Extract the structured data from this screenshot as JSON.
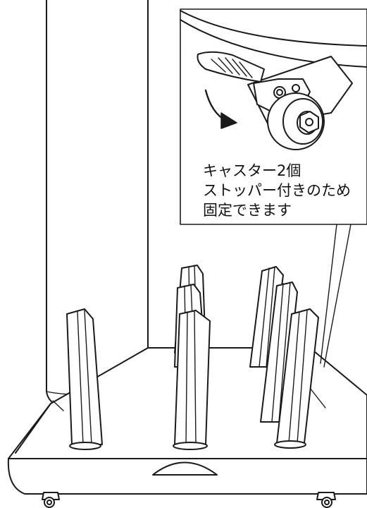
{
  "callout": {
    "lines": [
      "キャスター2個",
      "ストッパー付きのため",
      "固定できます"
    ]
  },
  "palette": {
    "ink": "#1a1a1a",
    "paper": "#ffffff"
  },
  "icons": {
    "rotation": "curved-arrow-icon"
  }
}
